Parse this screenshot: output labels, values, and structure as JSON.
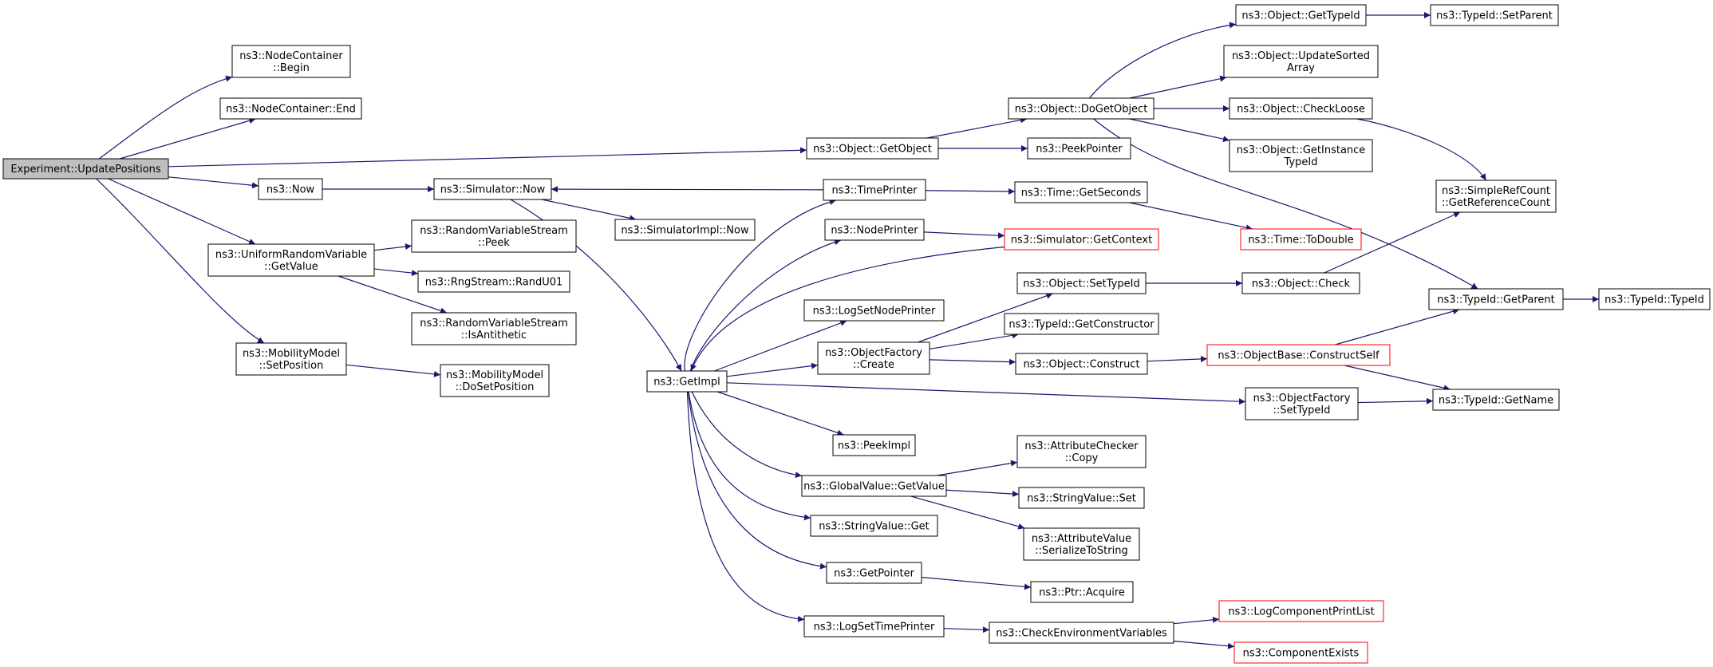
{
  "colors": {
    "edge": "#191970",
    "node_border": "#000000",
    "node_fill": "#ffffff",
    "root_fill": "#bfbfbf",
    "truncated_border": "#ff0000"
  },
  "nodes": [
    {
      "id": "root",
      "lines": [
        "Experiment::UpdatePositions"
      ],
      "root": true
    },
    {
      "id": "nc_begin",
      "lines": [
        "ns3::NodeContainer",
        "::Begin"
      ]
    },
    {
      "id": "nc_end",
      "lines": [
        "ns3::NodeContainer::End"
      ]
    },
    {
      "id": "now",
      "lines": [
        "ns3::Now"
      ]
    },
    {
      "id": "urv_getvalue",
      "lines": [
        "ns3::UniformRandomVariable",
        "::GetValue"
      ]
    },
    {
      "id": "mm_setpos",
      "lines": [
        "ns3::MobilityModel",
        "::SetPosition"
      ]
    },
    {
      "id": "rvs_peek",
      "lines": [
        "ns3::RandomVariableStream",
        "::Peek"
      ]
    },
    {
      "id": "rng_randu01",
      "lines": [
        "ns3::RngStream::RandU01"
      ]
    },
    {
      "id": "rvs_isanti",
      "lines": [
        "ns3::RandomVariableStream",
        "::IsAntithetic"
      ]
    },
    {
      "id": "mm_dosetpos",
      "lines": [
        "ns3::MobilityModel",
        "::DoSetPosition"
      ]
    },
    {
      "id": "sim_now",
      "lines": [
        "ns3::Simulator::Now"
      ]
    },
    {
      "id": "simimpl_now",
      "lines": [
        "ns3::SimulatorImpl::Now"
      ]
    },
    {
      "id": "getimpl",
      "lines": [
        "ns3::GetImpl"
      ]
    },
    {
      "id": "obj_getobject",
      "lines": [
        "ns3::Object::GetObject"
      ]
    },
    {
      "id": "peekpointer",
      "lines": [
        "ns3::PeekPointer"
      ]
    },
    {
      "id": "timeprinter",
      "lines": [
        "ns3::TimePrinter"
      ]
    },
    {
      "id": "nodeprinter",
      "lines": [
        "ns3::NodePrinter"
      ]
    },
    {
      "id": "logsetnodeprinter",
      "lines": [
        "ns3::LogSetNodePrinter"
      ]
    },
    {
      "id": "of_create",
      "lines": [
        "ns3::ObjectFactory",
        "::Create"
      ]
    },
    {
      "id": "peekimpl",
      "lines": [
        "ns3::PeekImpl"
      ]
    },
    {
      "id": "gv_getvalue",
      "lines": [
        "ns3::GlobalValue::GetValue"
      ]
    },
    {
      "id": "sv_get",
      "lines": [
        "ns3::StringValue::Get"
      ]
    },
    {
      "id": "getpointer",
      "lines": [
        "ns3::GetPointer"
      ]
    },
    {
      "id": "logsettimeprinter",
      "lines": [
        "ns3::LogSetTimePrinter"
      ]
    },
    {
      "id": "obj_dogetobject",
      "lines": [
        "ns3::Object::DoGetObject"
      ]
    },
    {
      "id": "time_getseconds",
      "lines": [
        "ns3::Time::GetSeconds"
      ]
    },
    {
      "id": "sim_getcontext",
      "lines": [
        "ns3::Simulator::GetContext"
      ],
      "truncated": true
    },
    {
      "id": "obj_settypeid",
      "lines": [
        "ns3::Object::SetTypeId"
      ]
    },
    {
      "id": "tid_getconstructor",
      "lines": [
        "ns3::TypeId::GetConstructor"
      ]
    },
    {
      "id": "obj_construct",
      "lines": [
        "ns3::Object::Construct"
      ]
    },
    {
      "id": "ac_copy",
      "lines": [
        "ns3::AttributeChecker",
        "::Copy"
      ]
    },
    {
      "id": "sv_set",
      "lines": [
        "ns3::StringValue::Set"
      ]
    },
    {
      "id": "av_serialize",
      "lines": [
        "ns3::AttributeValue",
        "::SerializeToString"
      ]
    },
    {
      "id": "ptr_acquire",
      "lines": [
        "ns3::Ptr::Acquire"
      ]
    },
    {
      "id": "checkenv",
      "lines": [
        "ns3::CheckEnvironmentVariables"
      ]
    },
    {
      "id": "obj_gettypeid",
      "lines": [
        "ns3::Object::GetTypeId"
      ]
    },
    {
      "id": "obj_updatesorted",
      "lines": [
        "ns3::Object::UpdateSorted",
        "Array"
      ]
    },
    {
      "id": "obj_checkloose",
      "lines": [
        "ns3::Object::CheckLoose"
      ]
    },
    {
      "id": "obj_getinstancetypeid",
      "lines": [
        "ns3::Object::GetInstance",
        "TypeId"
      ]
    },
    {
      "id": "time_todouble",
      "lines": [
        "ns3::Time::ToDouble"
      ],
      "truncated": true
    },
    {
      "id": "obj_check",
      "lines": [
        "ns3::Object::Check"
      ]
    },
    {
      "id": "ob_constructself",
      "lines": [
        "ns3::ObjectBase::ConstructSelf"
      ],
      "truncated": true
    },
    {
      "id": "of_settypeid",
      "lines": [
        "ns3::ObjectFactory",
        "::SetTypeId"
      ]
    },
    {
      "id": "logcomponentprintlist",
      "lines": [
        "ns3::LogComponentPrintList"
      ],
      "truncated": true
    },
    {
      "id": "componentexists",
      "lines": [
        "ns3::ComponentExists"
      ],
      "truncated": true
    },
    {
      "id": "tid_setparent",
      "lines": [
        "ns3::TypeId::SetParent"
      ]
    },
    {
      "id": "src_getrefcount",
      "lines": [
        "ns3::SimpleRefCount",
        "::GetReferenceCount"
      ]
    },
    {
      "id": "tid_getparent",
      "lines": [
        "ns3::TypeId::GetParent"
      ]
    },
    {
      "id": "tid_getname",
      "lines": [
        "ns3::TypeId::GetName"
      ]
    },
    {
      "id": "tid_typeid",
      "lines": [
        "ns3::TypeId::TypeId"
      ]
    }
  ],
  "edges": [
    [
      "root",
      "nc_begin"
    ],
    [
      "root",
      "nc_end"
    ],
    [
      "root",
      "obj_getobject"
    ],
    [
      "root",
      "now"
    ],
    [
      "root",
      "urv_getvalue"
    ],
    [
      "root",
      "mm_setpos"
    ],
    [
      "now",
      "sim_now"
    ],
    [
      "urv_getvalue",
      "rvs_peek"
    ],
    [
      "urv_getvalue",
      "rng_randu01"
    ],
    [
      "urv_getvalue",
      "rvs_isanti"
    ],
    [
      "mm_setpos",
      "mm_dosetpos"
    ],
    [
      "sim_now",
      "simimpl_now"
    ],
    [
      "sim_now",
      "getimpl"
    ],
    [
      "obj_getobject",
      "obj_dogetobject"
    ],
    [
      "obj_getobject",
      "peekpointer"
    ],
    [
      "timeprinter",
      "sim_now"
    ],
    [
      "timeprinter",
      "time_getseconds"
    ],
    [
      "getimpl",
      "timeprinter"
    ],
    [
      "getimpl",
      "nodeprinter"
    ],
    [
      "getimpl",
      "logsetnodeprinter"
    ],
    [
      "getimpl",
      "of_create"
    ],
    [
      "getimpl",
      "of_settypeid"
    ],
    [
      "getimpl",
      "peekimpl"
    ],
    [
      "getimpl",
      "gv_getvalue"
    ],
    [
      "getimpl",
      "sv_get"
    ],
    [
      "getimpl",
      "getpointer"
    ],
    [
      "getimpl",
      "logsettimeprinter"
    ],
    [
      "sim_getcontext",
      "getimpl"
    ],
    [
      "nodeprinter",
      "sim_getcontext"
    ],
    [
      "of_create",
      "obj_settypeid"
    ],
    [
      "of_create",
      "tid_getconstructor"
    ],
    [
      "of_create",
      "obj_construct"
    ],
    [
      "gv_getvalue",
      "ac_copy"
    ],
    [
      "gv_getvalue",
      "sv_set"
    ],
    [
      "gv_getvalue",
      "av_serialize"
    ],
    [
      "getpointer",
      "ptr_acquire"
    ],
    [
      "logsettimeprinter",
      "checkenv"
    ],
    [
      "obj_dogetobject",
      "obj_gettypeid"
    ],
    [
      "obj_dogetobject",
      "obj_updatesorted"
    ],
    [
      "obj_dogetobject",
      "obj_checkloose"
    ],
    [
      "obj_dogetobject",
      "obj_getinstancetypeid"
    ],
    [
      "obj_dogetobject",
      "tid_getparent"
    ],
    [
      "time_getseconds",
      "time_todouble"
    ],
    [
      "obj_settypeid",
      "obj_check"
    ],
    [
      "obj_construct",
      "ob_constructself"
    ],
    [
      "checkenv",
      "logcomponentprintlist"
    ],
    [
      "checkenv",
      "componentexists"
    ],
    [
      "obj_gettypeid",
      "tid_setparent"
    ],
    [
      "obj_checkloose",
      "src_getrefcount"
    ],
    [
      "obj_check",
      "src_getrefcount"
    ],
    [
      "ob_constructself",
      "tid_getparent"
    ],
    [
      "ob_constructself",
      "tid_getname"
    ],
    [
      "of_settypeid",
      "tid_getname"
    ],
    [
      "tid_getparent",
      "tid_typeid"
    ]
  ]
}
